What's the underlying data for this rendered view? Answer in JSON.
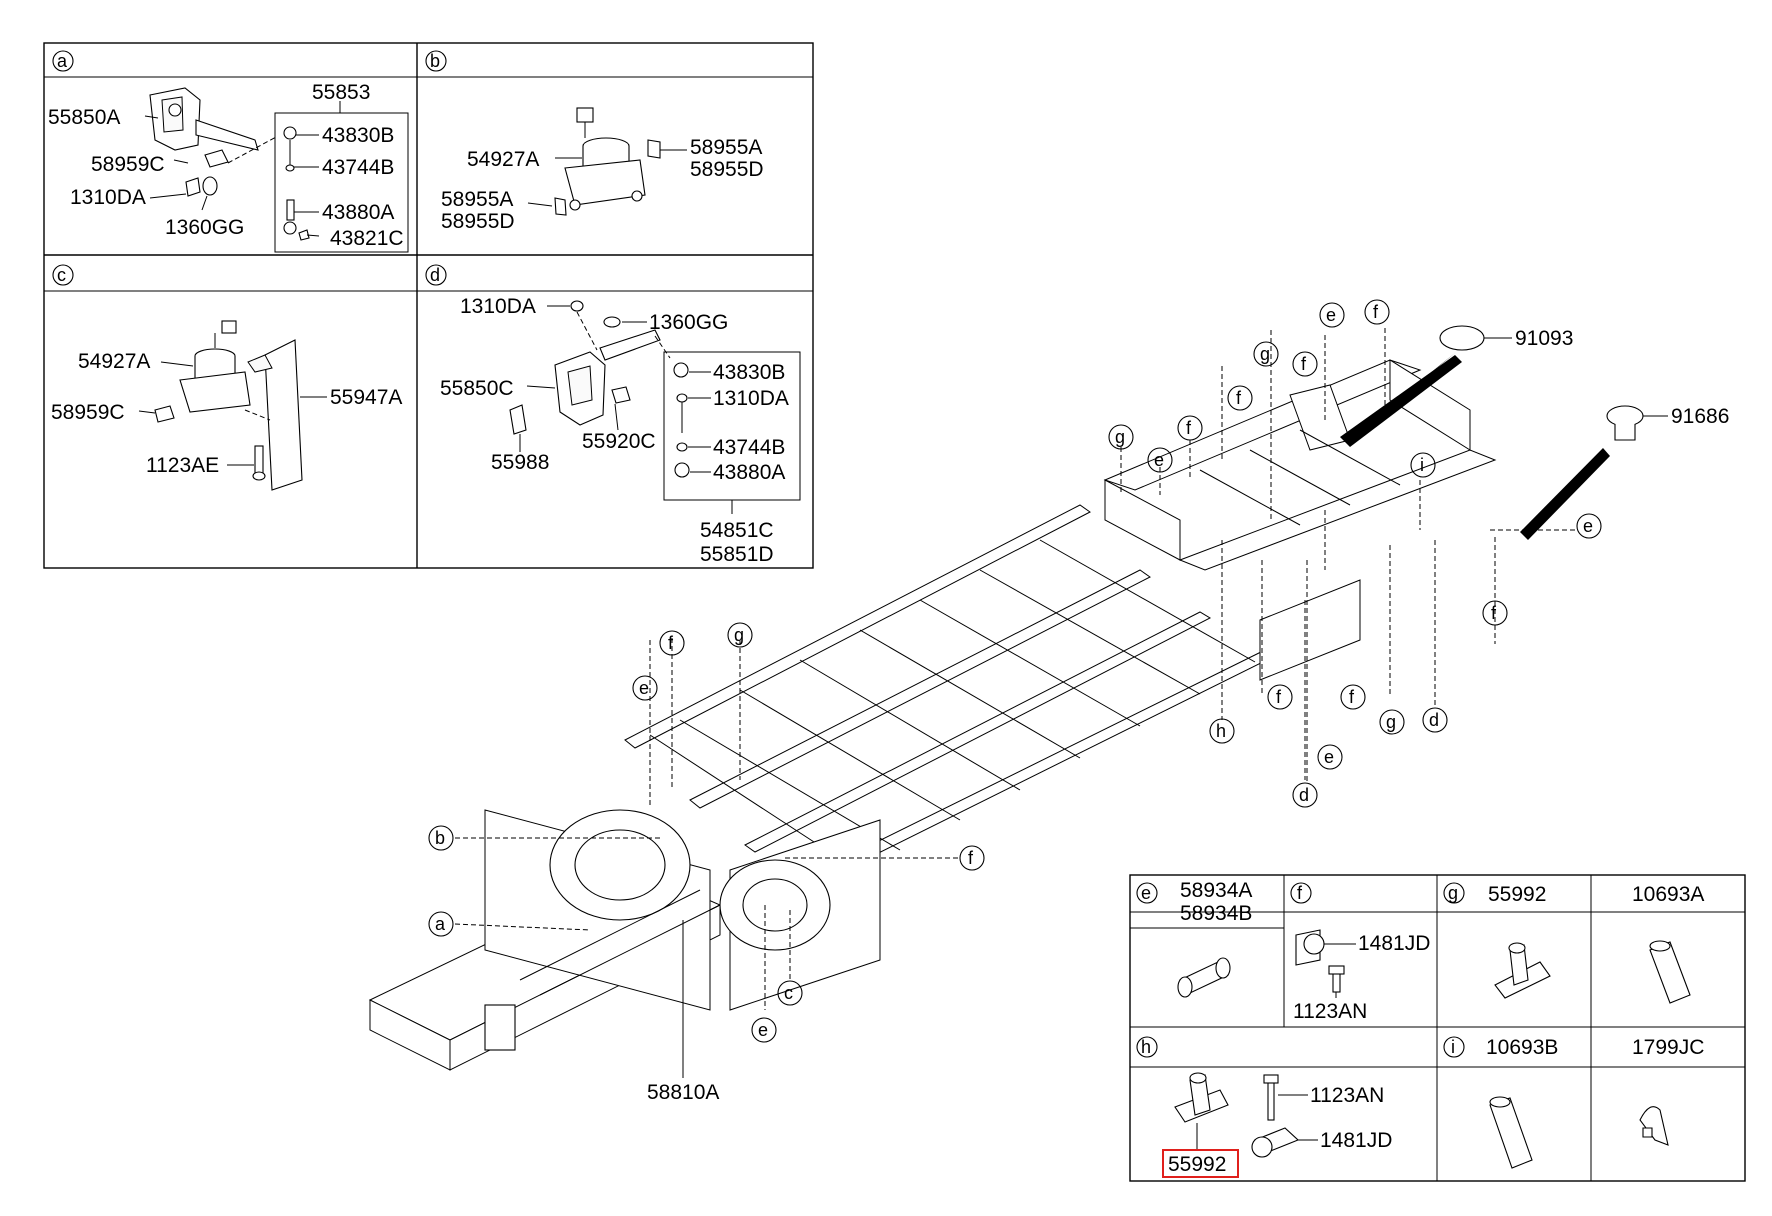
{
  "labels": {
    "n1": "55853",
    "n2": "55850A",
    "n3": "43830B",
    "n4": "43744B",
    "n5": "58959C",
    "n6": "1310DA",
    "n7": "43880A",
    "n8": "1360GG",
    "n9": "43821C",
    "n10": "54927A",
    "n11": "58955A",
    "n12": "58955D",
    "n13": "58955A",
    "n14": "58955D",
    "n15": "54927A",
    "n16": "55947A",
    "n17": "58959C",
    "n18": "1123AE",
    "n19": "1310DA",
    "n20": "1360GG",
    "n21": "55850C",
    "n22": "43830B",
    "n23": "1310DA",
    "n24": "55988",
    "n25": "55920C",
    "n26": "43744B",
    "n27": "43880A",
    "n28": "54851C",
    "n29": "55851D",
    "n30": "91093",
    "n31": "91686",
    "n32": "58810A",
    "n33": "58934A",
    "n34": "58934B",
    "n35": "1481JD",
    "n36": "1123AN",
    "n37": "55992",
    "n38": "10693A",
    "n39": "1123AN",
    "n40": "1481JD",
    "n41": "55992",
    "n42": "10693B",
    "n43": "1799JC"
  },
  "callouts": {
    "a": "a",
    "b": "b",
    "c": "c",
    "d": "d",
    "e": "e",
    "f": "f",
    "g": "g",
    "h": "h",
    "i": "i"
  },
  "highlight": {
    "part": "55992",
    "color": "#e0201c"
  }
}
